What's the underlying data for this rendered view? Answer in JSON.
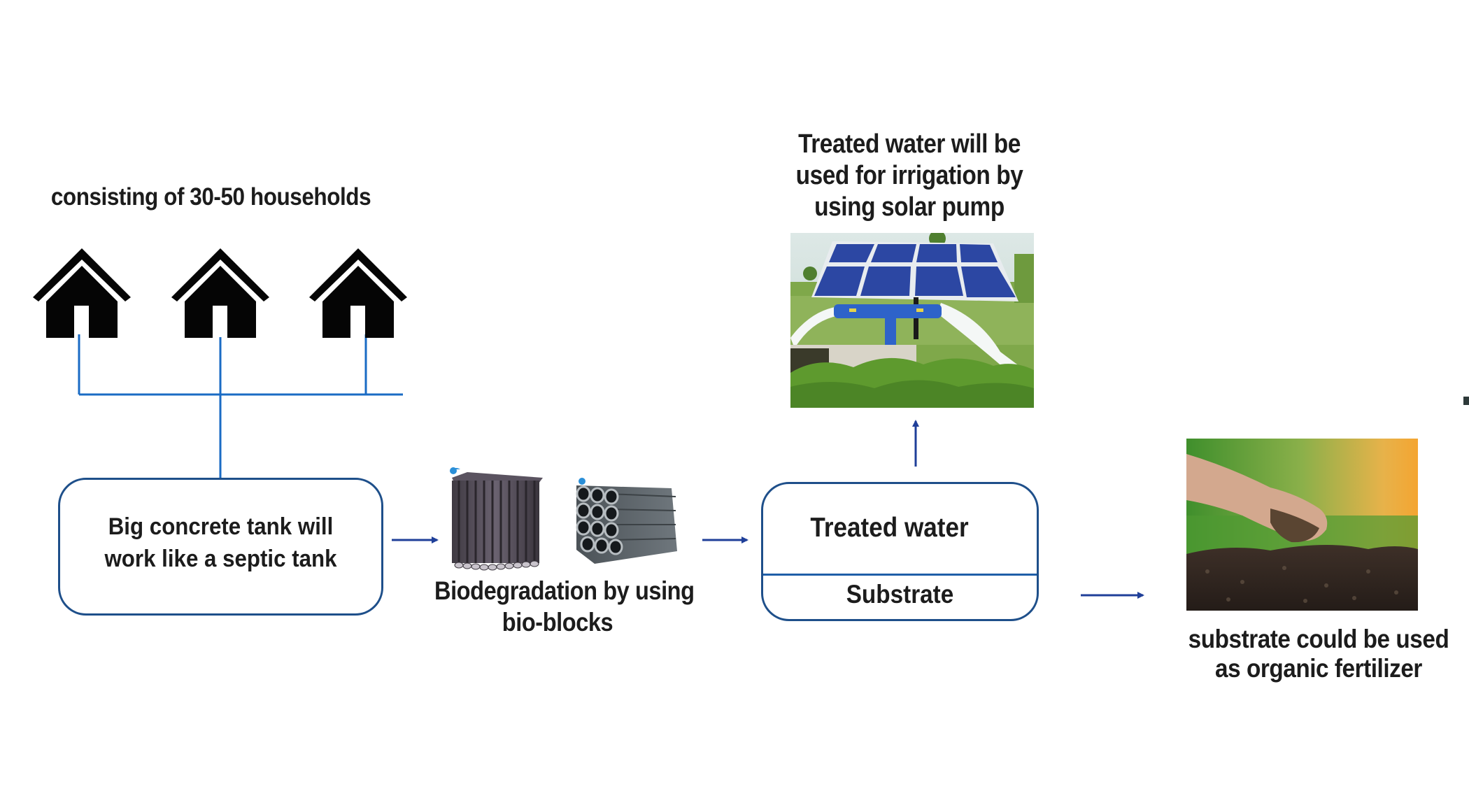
{
  "diagram": {
    "title": "Community wastewater treatment flow with bio-blocks",
    "households": {
      "label": "consisting of 30-50 households",
      "count_icons": 3,
      "icon": "house-icon"
    },
    "septic_tank": {
      "lines": [
        "Big concrete tank will",
        "work like a septic tank"
      ]
    },
    "biodegradation": {
      "lines": [
        "Biodegradation by using",
        "bio-blocks"
      ],
      "images": [
        "bio-block-vertical-image",
        "bio-block-horizontal-image"
      ]
    },
    "output_box": {
      "top_label": "Treated water",
      "bottom_label": "Substrate"
    },
    "irrigation": {
      "lines": [
        "Treated water will be",
        "used for irrigation by",
        "using solar pump"
      ],
      "image": "solar-pump-image"
    },
    "fertilizer": {
      "lines": [
        "substrate could be used",
        "as organic fertilizer"
      ],
      "image": "soil-hand-image"
    },
    "colors": {
      "pipe": "#1a6bc4",
      "arrow": "#1f3f99",
      "box_border": "#1e4f8a",
      "text": "#1c1c1c",
      "house": "#050505"
    }
  }
}
